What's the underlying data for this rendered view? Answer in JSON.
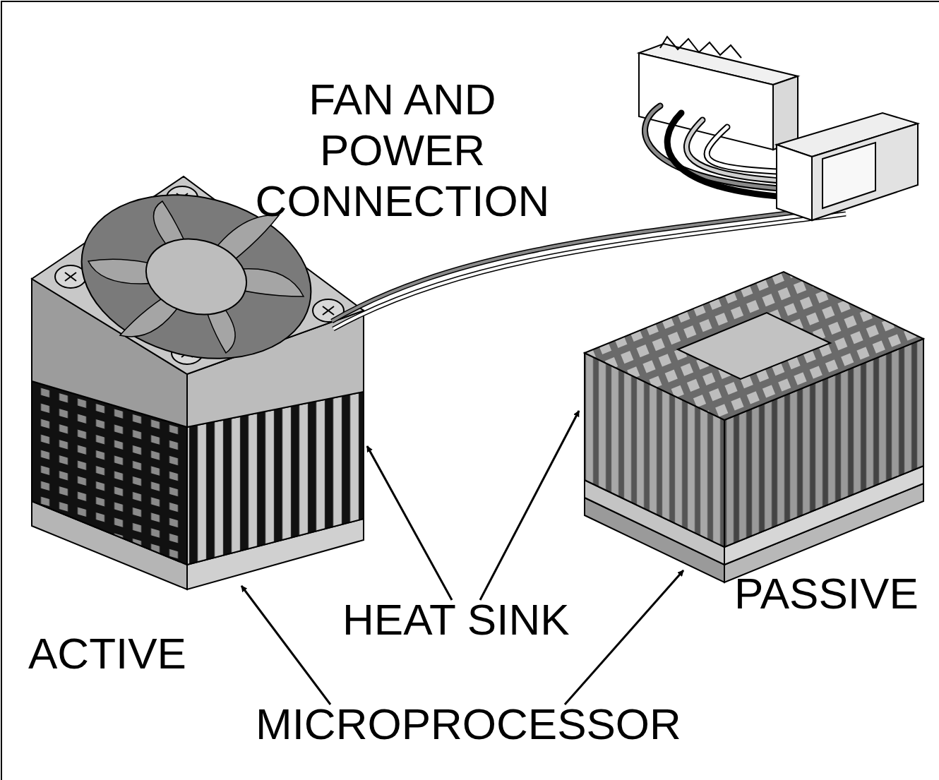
{
  "diagram": {
    "labels": [
      "FAN AND POWER CONNECTION",
      "HEAT SINK",
      "PASSIVE",
      "ACTIVE",
      "MICROPROCESSOR"
    ]
  }
}
